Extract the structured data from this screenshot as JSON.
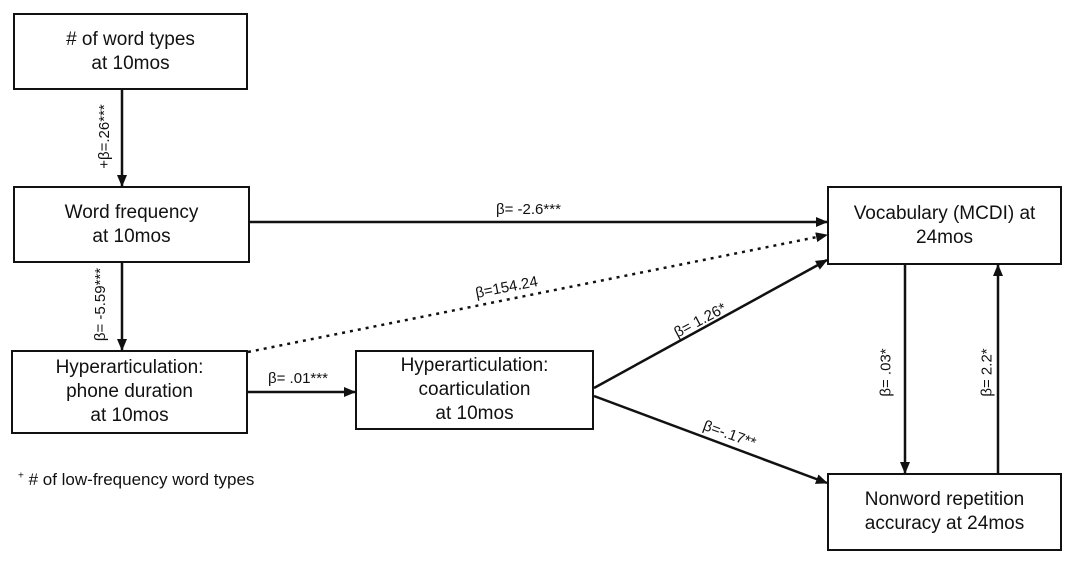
{
  "nodes": {
    "word_types": {
      "line1": "# of word types",
      "line2": "at 10mos"
    },
    "word_frequency": {
      "line1": "Word frequency",
      "line2": "at 10mos"
    },
    "phone_duration": {
      "line1": "Hyperarticulation:",
      "line2": "phone duration",
      "line3": "at 10mos"
    },
    "coarticulation": {
      "line1": "Hyperarticulation:",
      "line2": "coarticulation",
      "line3": "at 10mos"
    },
    "vocabulary": {
      "line1": "Vocabulary (MCDI) at",
      "line2": "24mos"
    },
    "nonword": {
      "line1": "Nonword repetition",
      "line2": "accuracy at 24mos"
    }
  },
  "edges": {
    "types_to_freq": "+β=.26***",
    "freq_to_vocab": "β= -2.6***",
    "freq_to_phone": "β= -5.59***",
    "phone_to_vocab": "β=154.24",
    "phone_to_coart": "β= .01***",
    "coart_to_vocab": "β= 1.26*",
    "coart_to_nonword": "β=-.17**",
    "vocab_to_nonword": "β= .03*",
    "nonword_to_vocab": "β= 2.2*"
  },
  "footnote": {
    "marker": "+",
    "text": "# of low-frequency word types"
  }
}
